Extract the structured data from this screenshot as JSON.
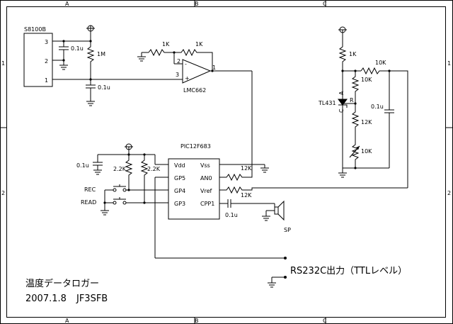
{
  "frame": {
    "cols": [
      "A",
      "B",
      "C"
    ],
    "rows": [
      "1",
      "2"
    ]
  },
  "parts": {
    "sensor": "S8100B",
    "sensor_pins": [
      "3",
      "2",
      "1"
    ],
    "cap_sensor": "0.1u",
    "r_sensor": "1M",
    "cap_input": "0.1u",
    "r_gain1": "1K",
    "r_gain2": "1K",
    "opamp": "LMC662",
    "opamp_pins": {
      "out": "1",
      "minus": "2",
      "plus": "3"
    },
    "opamp_signs": {
      "minus": "-",
      "plus": "+"
    },
    "mcu": "PIC12F683",
    "mcu_pins_left": [
      "Vdd",
      "GP5",
      "GP4",
      "GP3"
    ],
    "mcu_pins_right": [
      "Vss",
      "AN0",
      "Vref",
      "CPP1"
    ],
    "r_an0": "12K",
    "r_vref": "12K",
    "cap_vdd": "0.1u",
    "r_pullup1": "2.2K",
    "r_pullup2": "2.2K",
    "sw_rec": "REC",
    "sw_read": "READ",
    "cap_sp": "0.1u",
    "speaker": "SP",
    "r_ref_top": "1K",
    "r_ref_fb": "10K",
    "r_ref_1": "10K",
    "r_ref_2": "12K",
    "pot": "10K",
    "cap_ref": "0.1u",
    "ref_ic": "TL431",
    "ref_pins": {
      "a": "A",
      "r": "R",
      "c": "C"
    }
  },
  "serial_out": "RS232C出力（TTLレベル）",
  "title_block": {
    "title": "温度データロガー",
    "date": "2007.1.8",
    "author": "JF3SFB"
  }
}
